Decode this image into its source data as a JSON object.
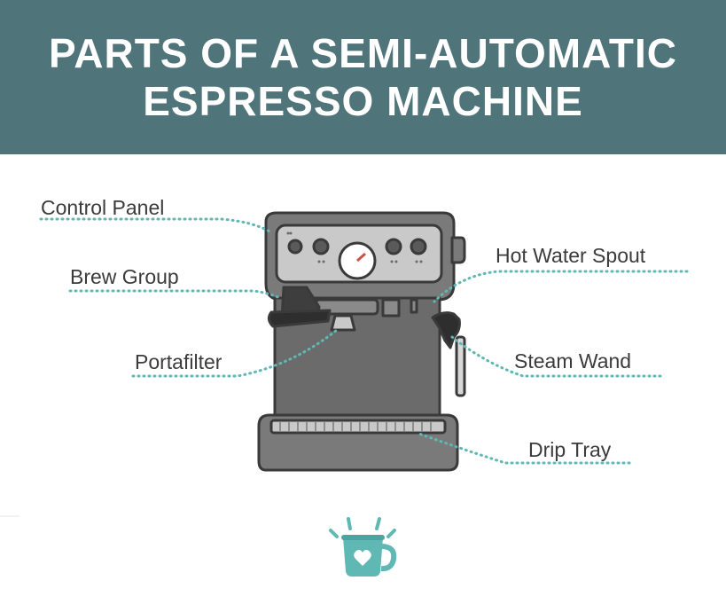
{
  "title": {
    "line1": "PARTS OF A SEMI-AUTOMATIC",
    "line2": "ESPRESSO MACHINE"
  },
  "labels": {
    "control_panel": "Control Panel",
    "brew_group": "Brew Group",
    "portafilter": "Portafilter",
    "hot_water_spout": "Hot Water Spout",
    "steam_wand": "Steam Wand",
    "drip_tray": "Drip Tray"
  },
  "colors": {
    "banner": "#4f7479",
    "leader_dots": "#5fb8b3",
    "machine_body": "#6b6b6b",
    "panel": "#c9c9c9",
    "mug": "#5fb8b3"
  },
  "icons": [
    "espresso-machine-illustration",
    "coffee-mug-heart-icon"
  ]
}
